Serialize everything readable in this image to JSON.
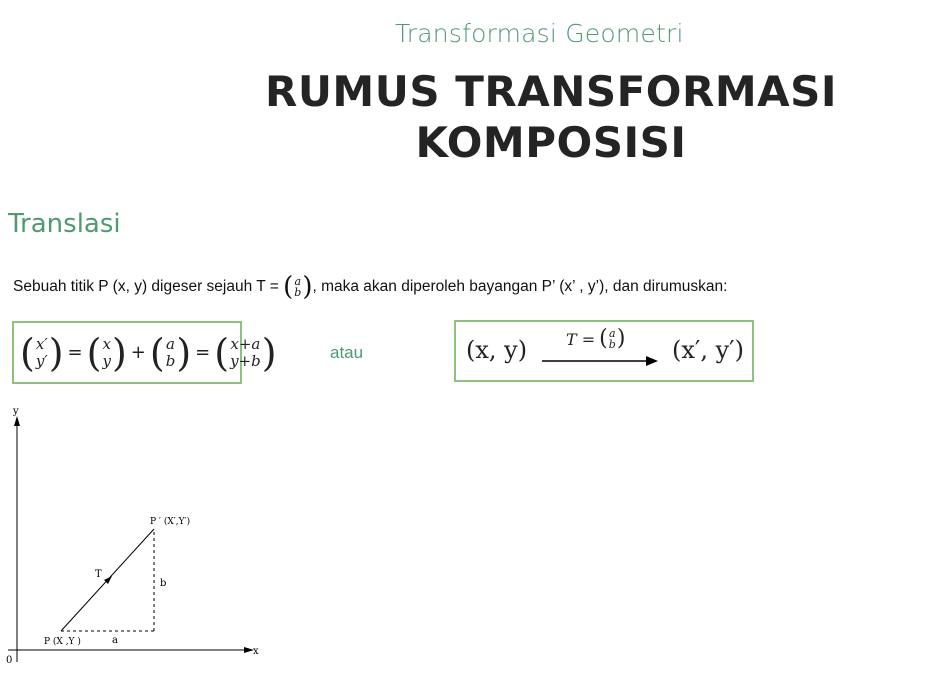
{
  "header": {
    "kicker": "Transformasi Geometri",
    "title": "RUMUS TRANSFORMASI KOMPOSISI"
  },
  "section": {
    "title": "Translasi",
    "sentence_part1": "Sebuah titik P (x, y) digeser sejauh T = ",
    "sentence_part2": ", maka akan diperoleh bayangan P’ (x’ , y’), dan dirumuskan:",
    "vector_top": "a",
    "vector_bottom": "b"
  },
  "formula_box": {
    "v1_top": "x′",
    "v1_bottom": "y′",
    "eq1": "=",
    "v2_top": "x",
    "v2_bottom": "y",
    "plus": "+",
    "v3_top": "a",
    "v3_bottom": "b",
    "eq2": "=",
    "v4_top": "x+a",
    "v4_bottom": "y+b"
  },
  "connector": "atau",
  "mapping_box": {
    "lhs": "(x, y)",
    "t_label": "T =",
    "t_top": "a",
    "t_bottom": "b",
    "rhs": "(x′, y′)"
  },
  "graph": {
    "y_axis": "y",
    "x_axis": "x",
    "origin": "0",
    "p_label": "P (X ,Y )",
    "p_prime_label": "P ′  (X′,Y′)",
    "t_label": "T",
    "a_label": "a",
    "b_label": "b"
  }
}
